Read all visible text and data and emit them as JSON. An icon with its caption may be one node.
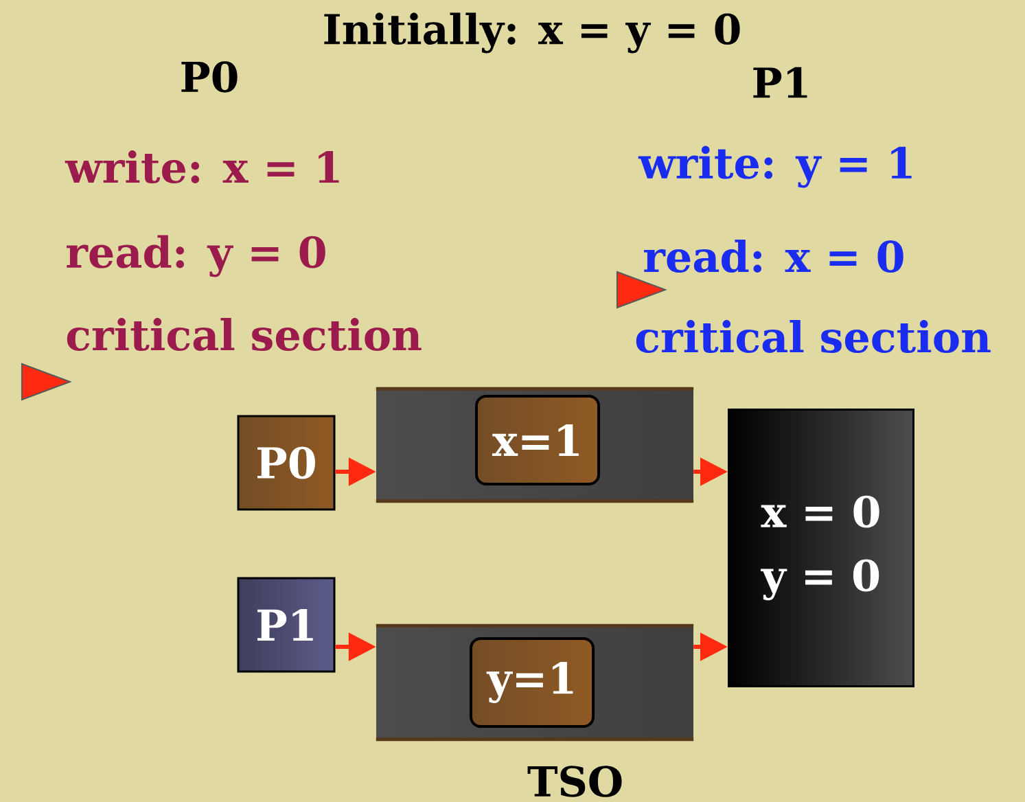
{
  "diagram": {
    "title": "Initially: x = y = 0",
    "nodes": [
      {
        "text": [
          "P0"
        ]
      },
      {
        "text": [
          "P1"
        ]
      },
      {
        "text": [],
        "shape": "bar"
      },
      {
        "text": [
          "x=1"
        ],
        "in": 2
      },
      {
        "text": [],
        "shape": "bar"
      },
      {
        "text": [
          "y=1"
        ],
        "in": 4
      },
      {
        "text": [
          "x = 0",
          "y = 0"
        ]
      },
      {
        "text": [],
        "shape": "triangle"
      },
      {
        "text": [],
        "shape": "triangle"
      }
    ],
    "edges": [
      {
        "from": 0,
        "to": 2,
        "arrow": "to"
      },
      {
        "from": 1,
        "to": 4,
        "arrow": "to"
      },
      {
        "from": 2,
        "to": 6,
        "arrow": "to"
      },
      {
        "from": 4,
        "to": 6,
        "arrow": "to"
      }
    ],
    "labels": [
      "P0",
      "P1",
      "write: x = 1",
      "read: y = 0",
      "critical section",
      "write: y = 1",
      "read: x = 0",
      "critical section",
      "TSO"
    ]
  }
}
